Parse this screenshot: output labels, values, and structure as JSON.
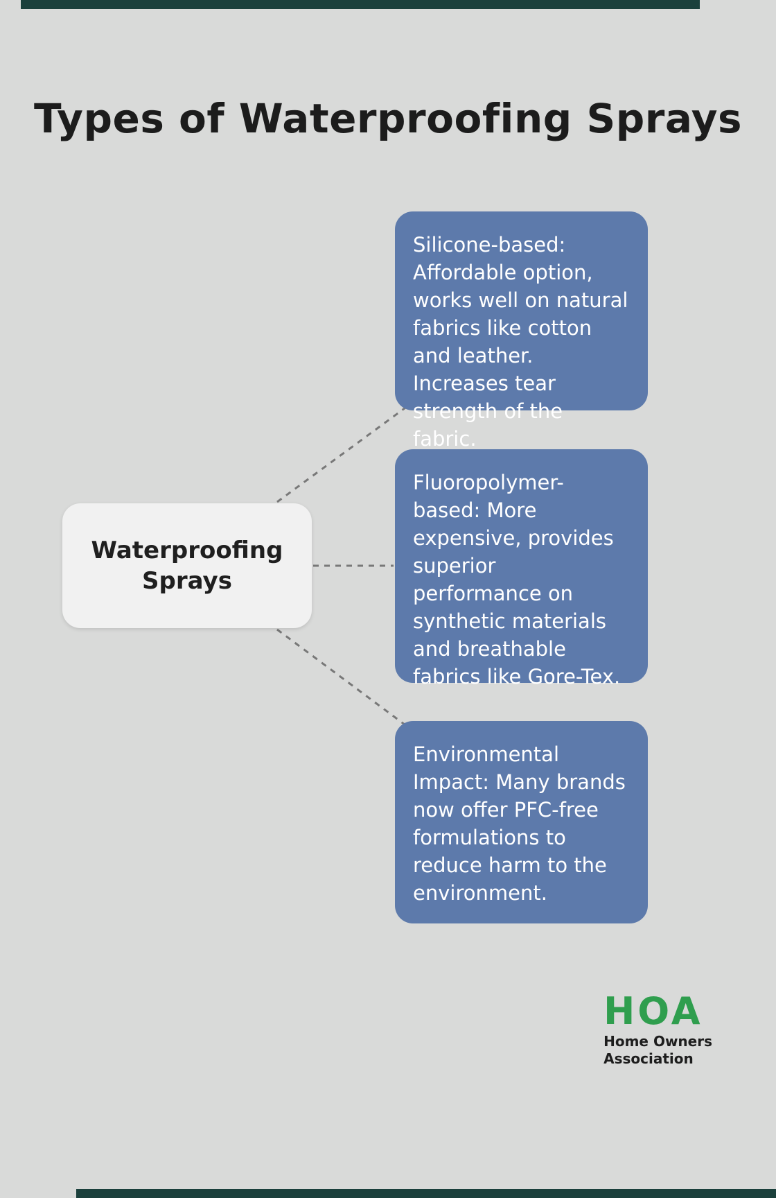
{
  "title": "Types of Waterproofing Sprays",
  "center": {
    "label": "Waterproofing Sprays"
  },
  "nodes": [
    {
      "text": "Silicone-based: Affordable option, works well on natural fabrics like cotton and leather. Increases tear strength of the fabric."
    },
    {
      "text": "Fluoropolymer-based: More expensive, provides superior performance on synthetic materials and breathable fabrics like Gore-Tex."
    },
    {
      "text": "Environmental Impact: Many brands now offer PFC-free formulations to reduce harm to the environment."
    }
  ],
  "logo": {
    "acronym": "HOA",
    "line1": "Home Owners",
    "line2": "Association"
  },
  "colors": {
    "background": "#d9dad9",
    "node_blue": "#5d7aab",
    "accent_dark_teal": "#1b403c",
    "logo_green": "#2f9e4e",
    "title_text": "#1c1c1c",
    "connector_gray": "#787878"
  }
}
